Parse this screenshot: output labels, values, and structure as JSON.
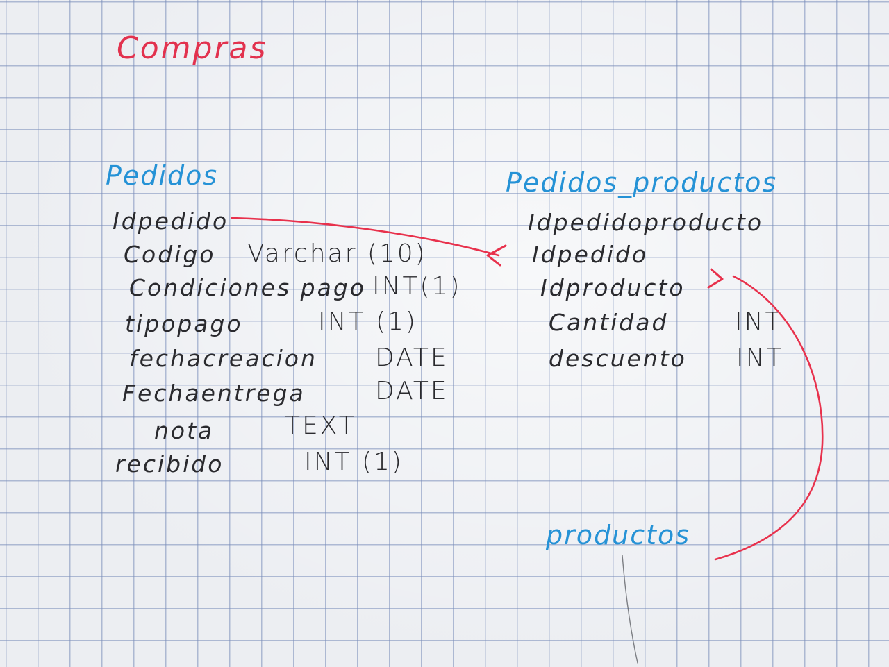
{
  "diagram_title": "Compras",
  "tables": [
    {
      "name": "Pedidos",
      "fields": [
        {
          "name": "Idpedido",
          "type": ""
        },
        {
          "name": "Codigo",
          "type": "Varchar (10)"
        },
        {
          "name": "Condiciones pago",
          "type": "INT(1)"
        },
        {
          "name": "tipopago",
          "type": "INT (1)"
        },
        {
          "name": "fechacreacion",
          "type": "DATE"
        },
        {
          "name": "Fechaentrega",
          "type": "DATE"
        },
        {
          "name": "nota",
          "type": "TEXT"
        },
        {
          "name": "recibido",
          "type": "INT (1)"
        }
      ]
    },
    {
      "name": "Pedidos_productos",
      "fields": [
        {
          "name": "Idpedidoproducto",
          "type": ""
        },
        {
          "name": "Idpedido",
          "type": ""
        },
        {
          "name": "Idproducto",
          "type": ""
        },
        {
          "name": "Cantidad",
          "type": "INT"
        },
        {
          "name": "descuento",
          "type": "INT"
        }
      ]
    },
    {
      "name": "productos",
      "fields": []
    }
  ],
  "relations": [
    {
      "from": "Pedidos.Idpedido",
      "to": "Pedidos_productos.Idpedido"
    },
    {
      "from": "productos",
      "to": "Pedidos_productos.Idproducto"
    }
  ],
  "colors": {
    "title_ink": "#e2324e",
    "table_heading_ink": "#2592d6",
    "field_ink": "#2a2a2e",
    "relation_ink": "#e8314c",
    "grid_line": "#788cb9",
    "paper": "#eceef2"
  }
}
